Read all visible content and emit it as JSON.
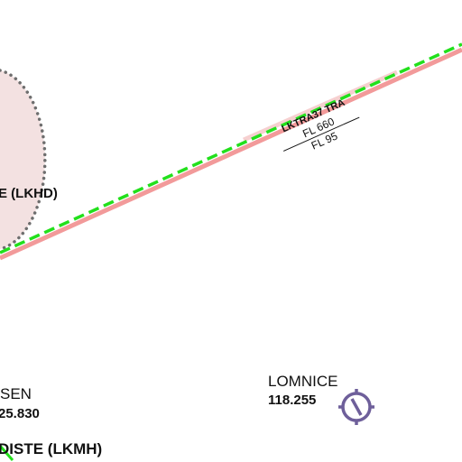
{
  "map": {
    "colors": {
      "background": "#ffffff",
      "area_fill": "#f3e1e1",
      "area_border": "#6e6e6e",
      "route_main": "#f29a9a",
      "route_light": "#f5c4c4",
      "route_dashed": "#22e01c",
      "airport_icon": "#6e5f9a",
      "label_text": "#111111"
    },
    "airspaces": [
      {
        "name_label": "E (LKHD)"
      }
    ],
    "restricted_area": {
      "name": "LKTRA37 TRA",
      "upper": "FL 660",
      "lower": "FL 95"
    },
    "airports": [
      {
        "name": "LOMNICE",
        "frequency": "118.255",
        "icon": "airport-icon"
      },
      {
        "name": "SEN",
        "frequency": "25.830"
      }
    ],
    "other_labels": [
      {
        "text": "DISTE (LKMH)"
      }
    ]
  }
}
